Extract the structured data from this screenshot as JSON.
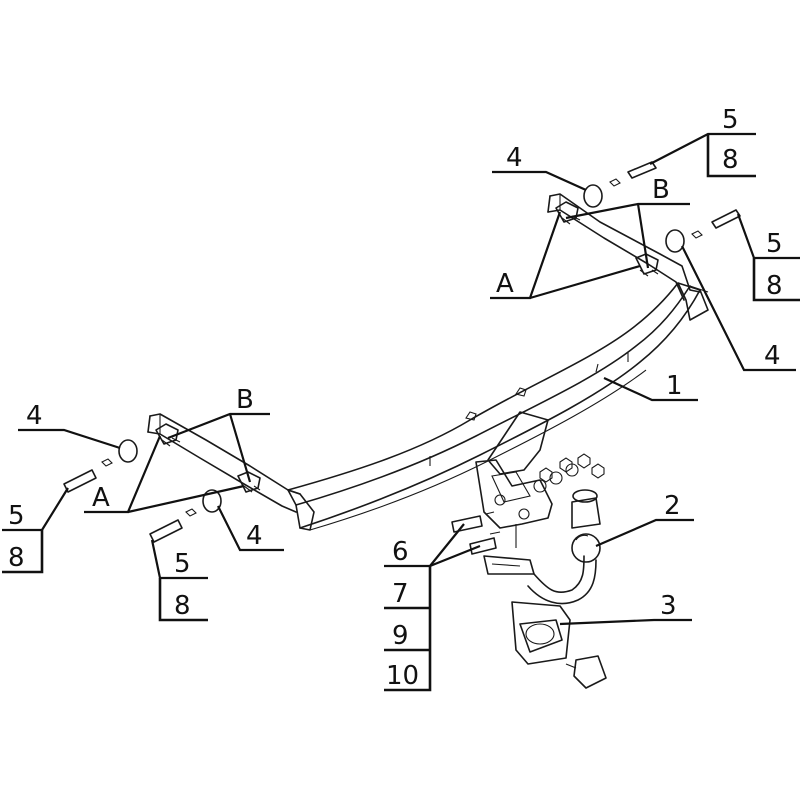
{
  "callouts": {
    "part_1": "1",
    "part_2": "2",
    "part_3": "3",
    "part_4_top": "4",
    "part_4_right": "4",
    "part_4_left": "4",
    "part_4_bottom": "4",
    "part_5_top": "5",
    "part_8_top": "8",
    "part_5_right": "5",
    "part_8_right": "8",
    "part_5_left": "5",
    "part_8_left": "8",
    "part_5_bottom": "5",
    "part_8_bottom": "8",
    "point_a_right": "A",
    "point_b_right": "B",
    "point_a_left": "A",
    "point_b_left": "B",
    "part_6": "6",
    "part_7": "7",
    "part_9": "9",
    "part_10": "10"
  },
  "colors": {
    "ink": "#111111",
    "background": "#ffffff"
  }
}
